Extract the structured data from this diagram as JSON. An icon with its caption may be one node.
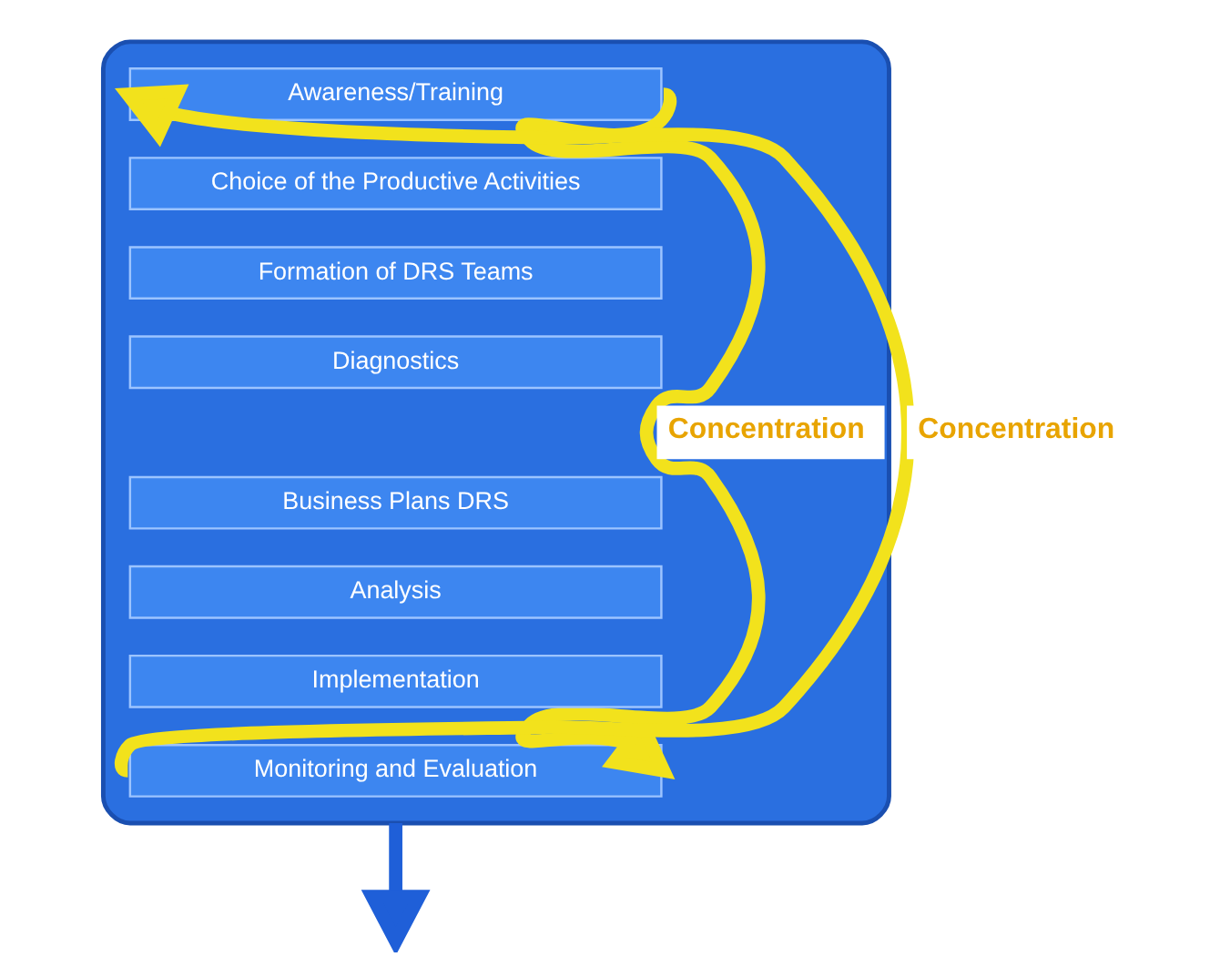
{
  "diagram": {
    "nodes": [
      {
        "text": [],
        "shape": "box"
      },
      {
        "text": [
          "Awareness/Training"
        ],
        "in": 0
      },
      {
        "text": [
          "Choice of the Productive Activities"
        ],
        "in": 0
      },
      {
        "text": [
          "Formation of DRS Teams"
        ],
        "in": 0
      },
      {
        "text": [
          "Diagnostics"
        ],
        "in": 0
      },
      {
        "text": [
          "Business Plans DRS"
        ],
        "in": 0
      },
      {
        "text": [
          "Analysis"
        ],
        "in": 0
      },
      {
        "text": [
          "Implementation"
        ],
        "in": 0
      },
      {
        "text": [
          "Monitoring and Evaluation"
        ],
        "in": 0
      }
    ],
    "edges": [
      {
        "from": 8,
        "to": 1,
        "arrow": "to",
        "label": "Concentration"
      },
      {
        "from": 1,
        "to": 8,
        "arrow": "to",
        "label": "Concentration"
      },
      {
        "from": 0,
        "to": null,
        "arrow": "to",
        "color": "#1f5fd8"
      }
    ]
  }
}
